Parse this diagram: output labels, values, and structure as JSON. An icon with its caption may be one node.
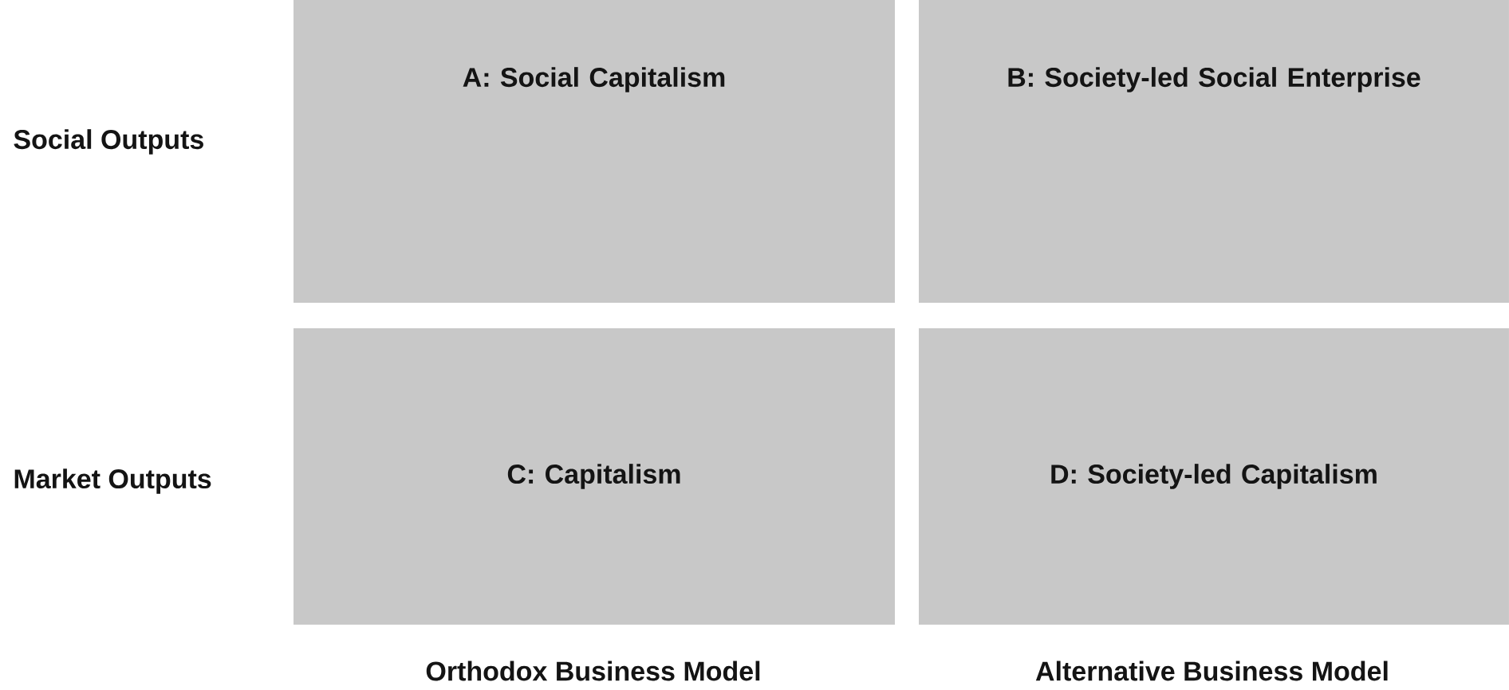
{
  "diagram": {
    "nodes": [
      {
        "text": [
          "A: Social Capitalism"
        ]
      },
      {
        "text": [
          "B: Society-led Social Enterprise"
        ]
      },
      {
        "text": [
          "C: Capitalism"
        ]
      },
      {
        "text": [
          "D: Society-led Capitalism"
        ]
      }
    ],
    "labels": [
      "Social Outputs",
      "Market Outputs",
      "Orthodox Business Model",
      "Alternative Business Model"
    ]
  }
}
